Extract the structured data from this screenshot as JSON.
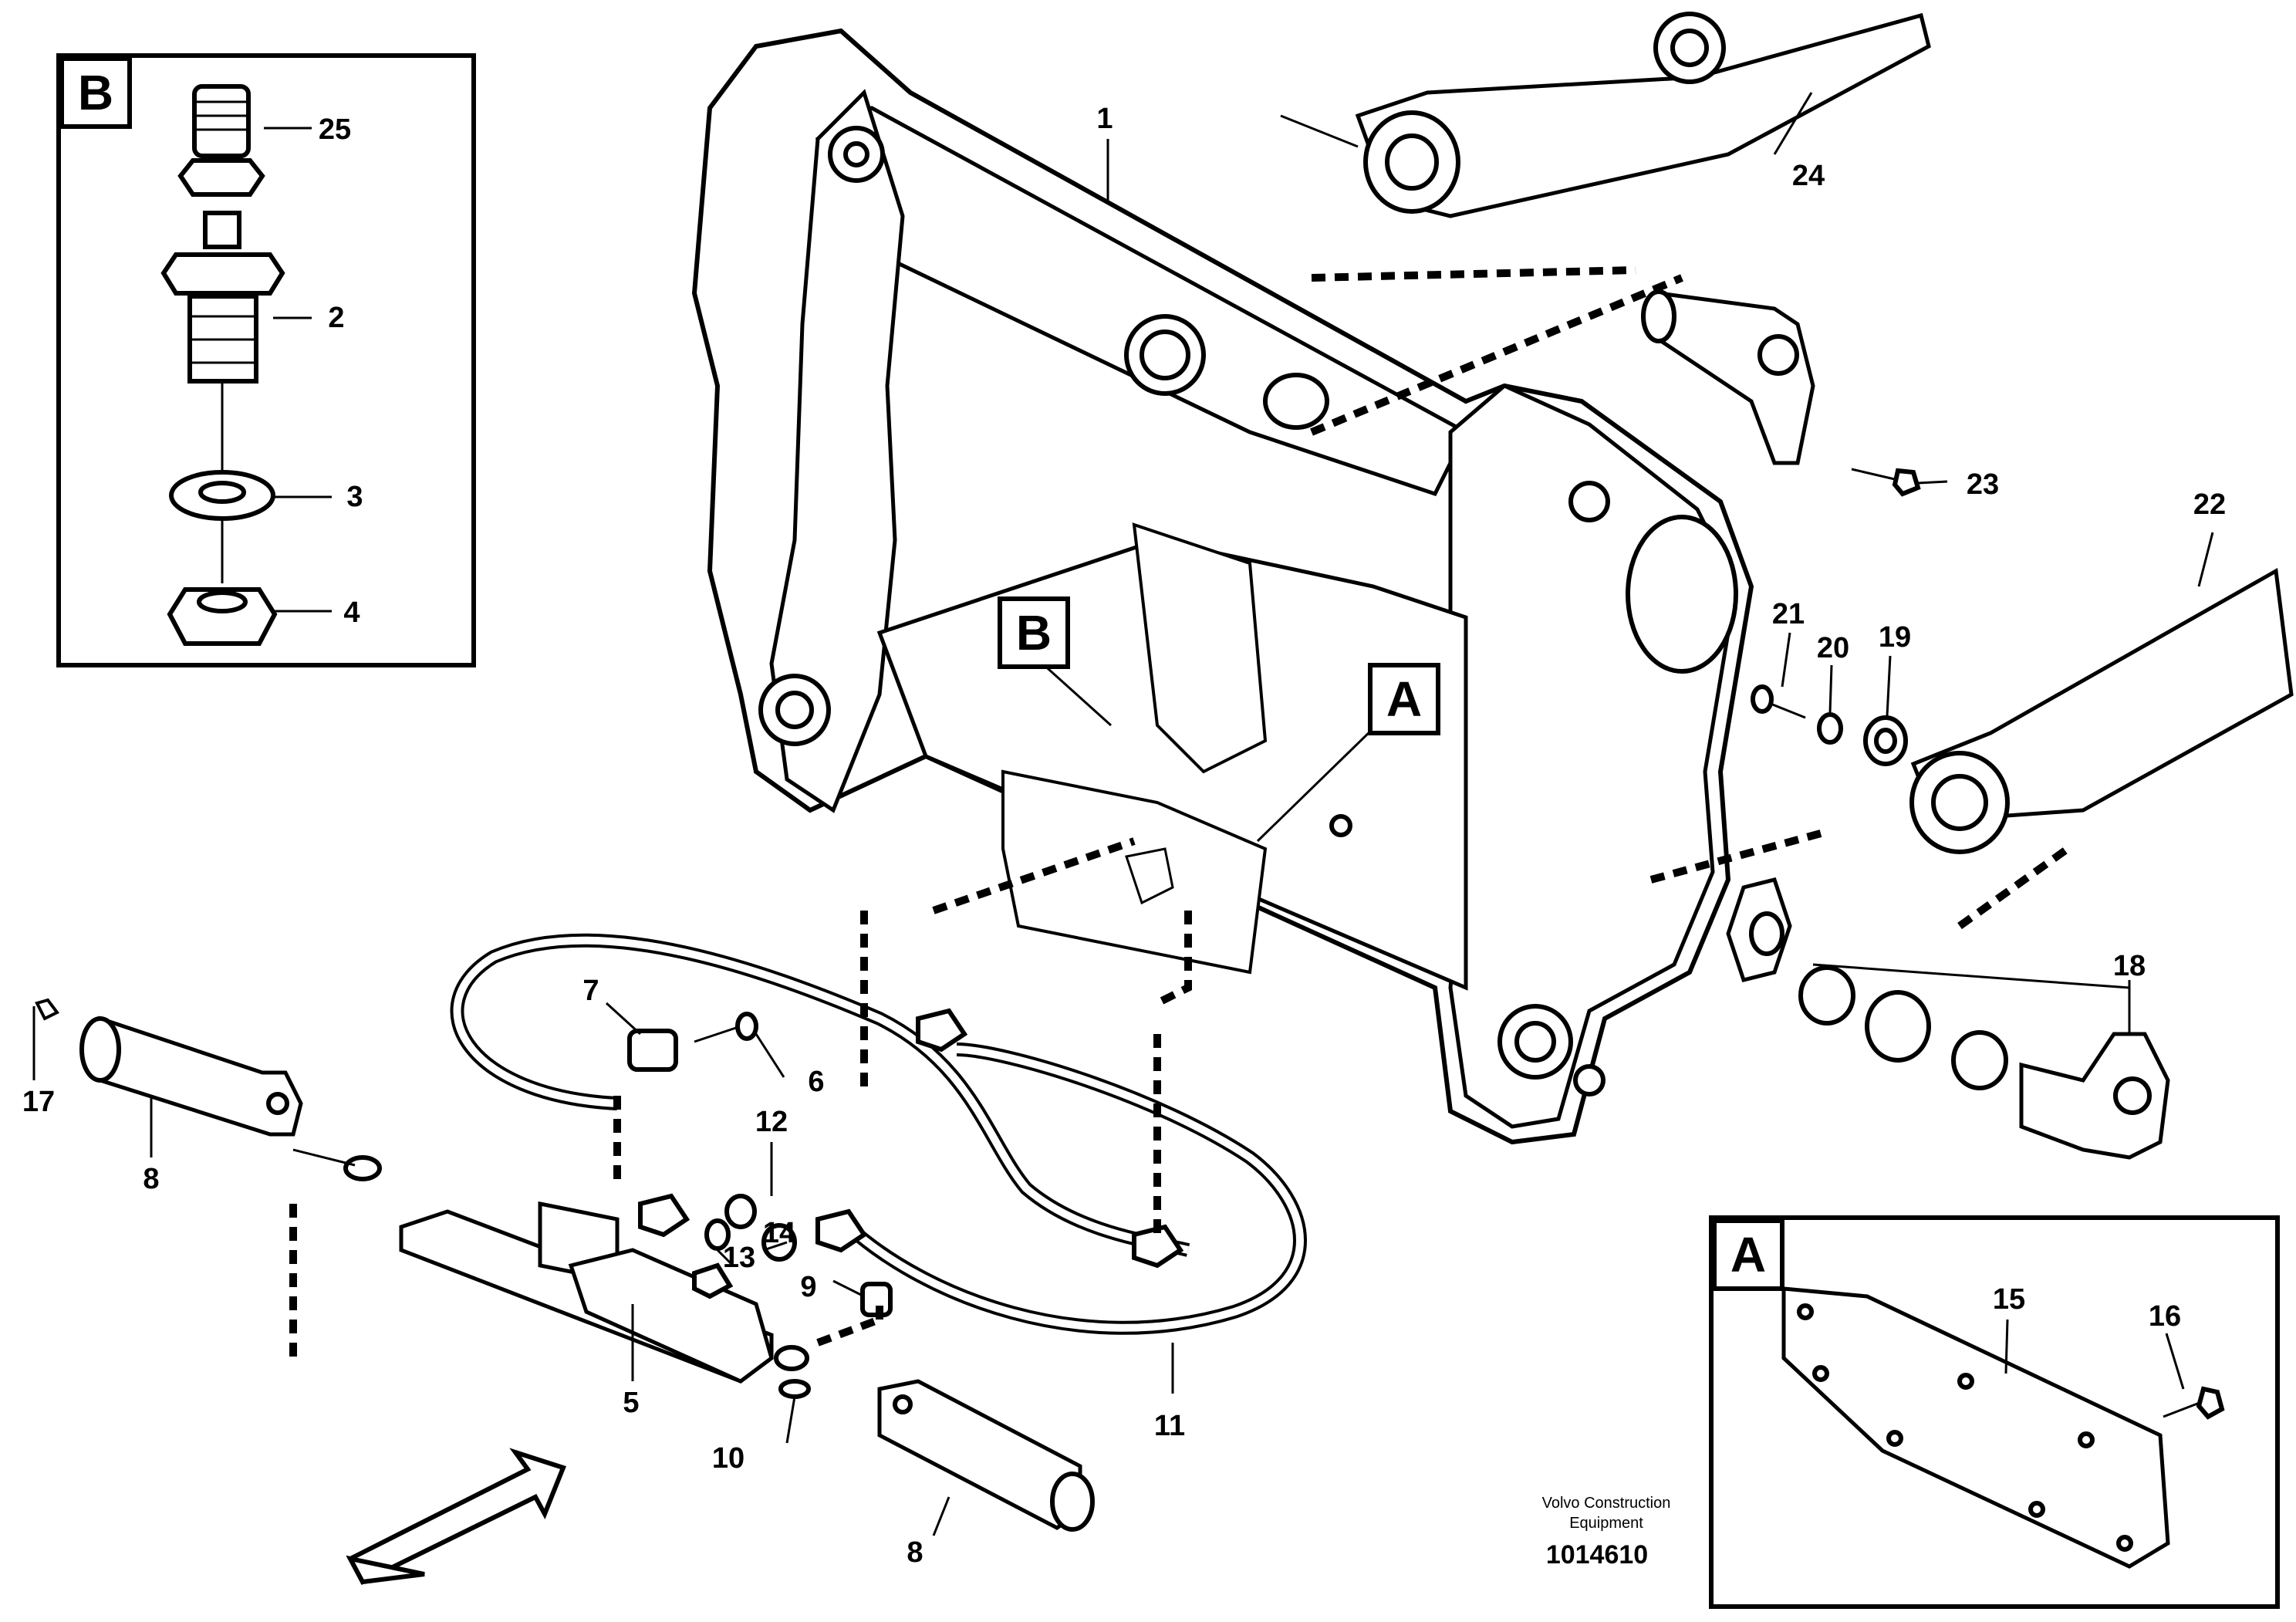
{
  "labels": [
    {
      "id": "1",
      "text": "1"
    },
    {
      "id": "2",
      "text": "2"
    },
    {
      "id": "3",
      "text": "3"
    },
    {
      "id": "4",
      "text": "4"
    },
    {
      "id": "5",
      "text": "5"
    },
    {
      "id": "6",
      "text": "6"
    },
    {
      "id": "7",
      "text": "7"
    },
    {
      "id": "8a",
      "text": "8"
    },
    {
      "id": "8b",
      "text": "8"
    },
    {
      "id": "9",
      "text": "9"
    },
    {
      "id": "10",
      "text": "10"
    },
    {
      "id": "11",
      "text": "11"
    },
    {
      "id": "12",
      "text": "12"
    },
    {
      "id": "13",
      "text": "13"
    },
    {
      "id": "14",
      "text": "14"
    },
    {
      "id": "15",
      "text": "15"
    },
    {
      "id": "16",
      "text": "16"
    },
    {
      "id": "17",
      "text": "17"
    },
    {
      "id": "18",
      "text": "18"
    },
    {
      "id": "19",
      "text": "19"
    },
    {
      "id": "20",
      "text": "20"
    },
    {
      "id": "21",
      "text": "21"
    },
    {
      "id": "22",
      "text": "22"
    },
    {
      "id": "23",
      "text": "23"
    },
    {
      "id": "24",
      "text": "24"
    },
    {
      "id": "25",
      "text": "25"
    }
  ],
  "detail_boxes": {
    "b_inset": "B",
    "b_callout": "B",
    "a_callout": "A",
    "a_inset": "A"
  },
  "footer": {
    "line1": "Volvo Construction",
    "line2": "Equipment",
    "code": "1014610"
  }
}
